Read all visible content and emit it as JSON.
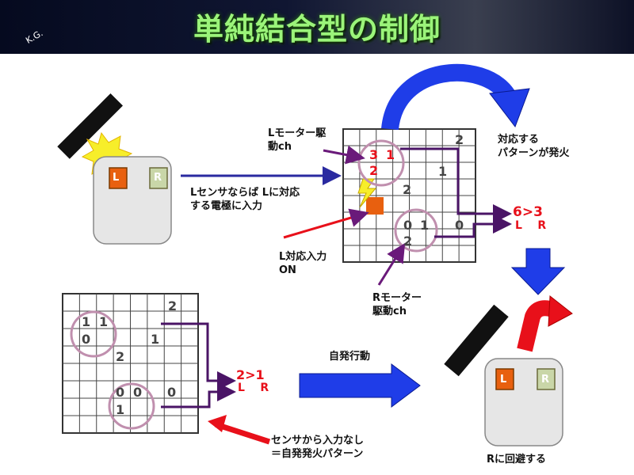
{
  "header": {
    "title": "単純結合型の制御",
    "logo_text": "K.G."
  },
  "robot_top": {
    "left_sensor": "L",
    "right_sensor": "R"
  },
  "robot_bottom": {
    "left_sensor": "L",
    "right_sensor": "R"
  },
  "annotations": {
    "sensor_to_input": [
      "Lセンサならば Lに対応",
      "する電極に入力"
    ],
    "l_motor_ch": [
      "Lモーター駆",
      "動ch"
    ],
    "firing_pattern": [
      "対応する",
      "パターンが発火"
    ],
    "l_input_on": [
      "L対応入力",
      "ON"
    ],
    "r_motor_ch": [
      "Rモーター",
      "駆動ch"
    ],
    "spontaneous_action": "自発行動",
    "no_input": [
      "センサから入力なし",
      "＝自発発火パターン"
    ],
    "avoid_right": "Rに回避する"
  },
  "top_grid": {
    "numbers": {
      "n31": "3",
      "n1a": "1",
      "n2a": "2",
      "n2b": "2",
      "n1b": "1",
      "n2c": "2",
      "n0a": "0",
      "n1c": "1",
      "n0b": "0",
      "n2d": "2"
    },
    "output_value": "6>3",
    "output_lr": "L    R"
  },
  "bottom_grid": {
    "numbers": {
      "n1a": "1",
      "n1b": "1",
      "n0a": "0",
      "n2a": "2",
      "n1c": "1",
      "n2b": "2",
      "n0b": "0",
      "n0c": "0",
      "n0d": "0",
      "n1d": "1"
    },
    "output_value": "2>1",
    "output_lr": "L    R"
  },
  "colors": {
    "title": "#9bf47a",
    "arrow_blue": "#1f3de8",
    "arrow_red": "#e8101a",
    "purple": "#4a1466",
    "circle": "#c08fae"
  }
}
